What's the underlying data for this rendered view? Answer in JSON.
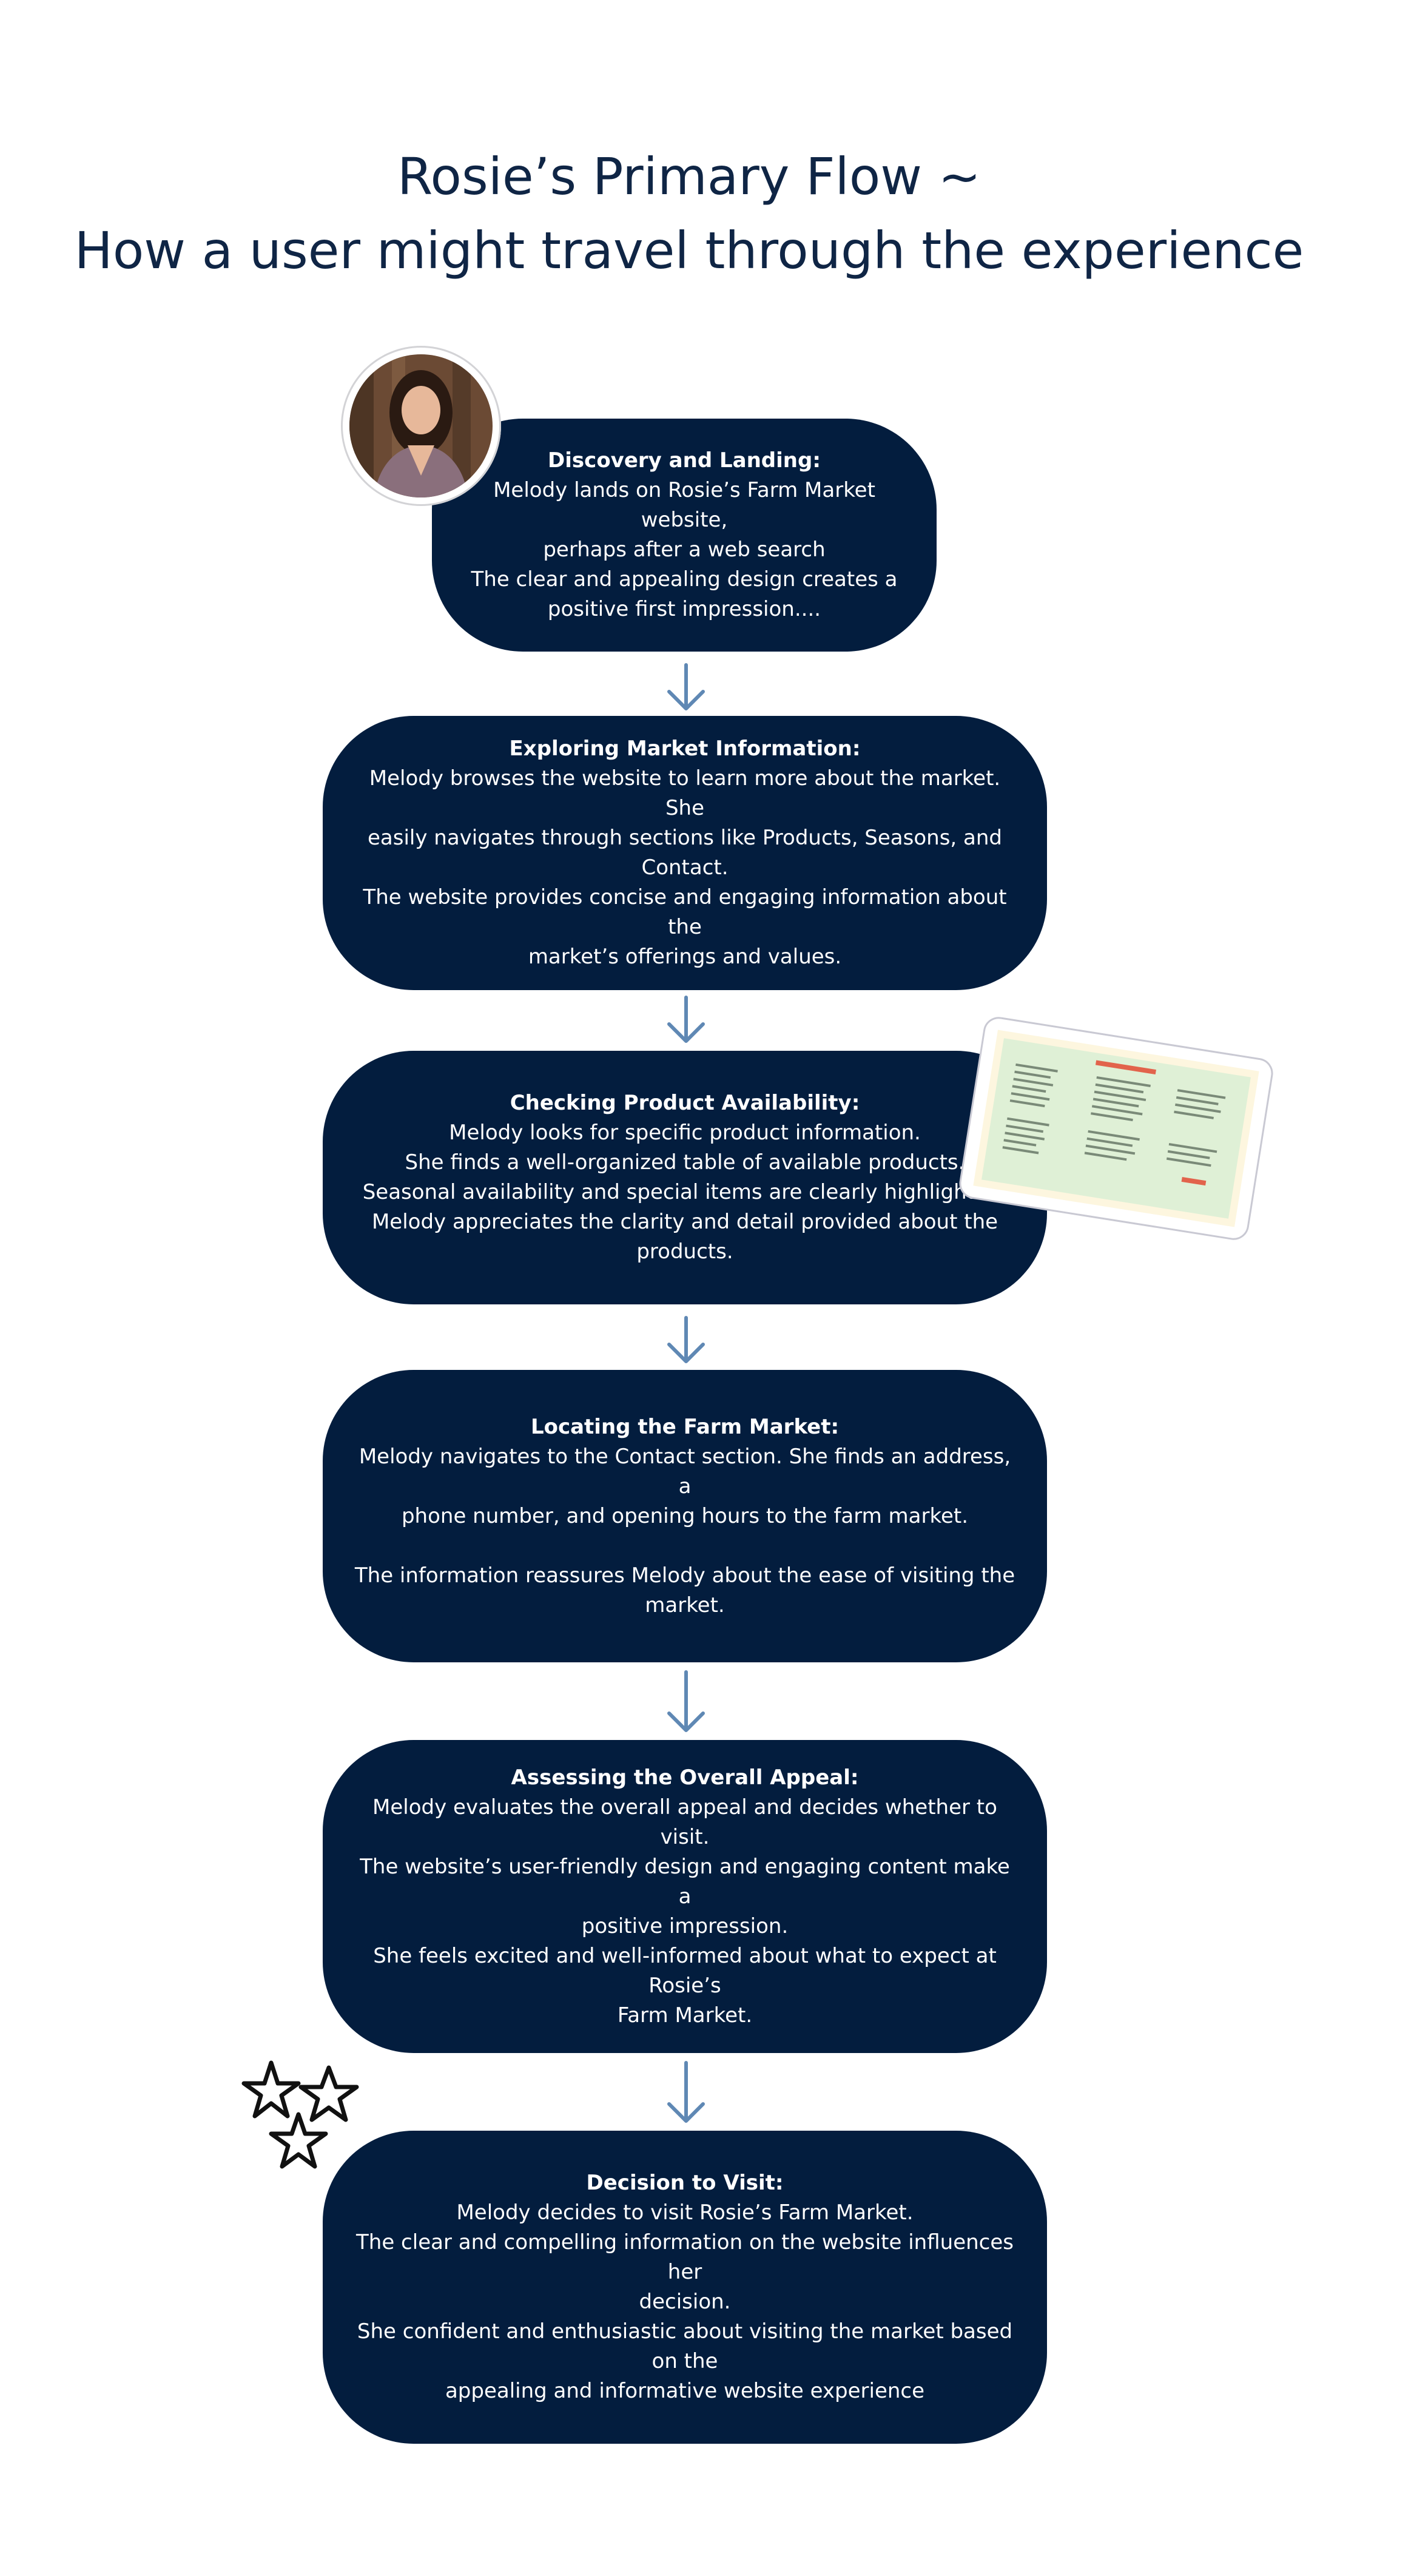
{
  "title": {
    "line1": "Rosie’s Primary Flow ~",
    "line2": "How a user might travel through the experience"
  },
  "colors": {
    "node_bg": "#031d3e",
    "title": "#0f2545",
    "arrow": "#5f88b4",
    "text_on_node": "#ffffff"
  },
  "steps": [
    {
      "heading": "Discovery and Landing:",
      "lines": [
        "Melody lands on Rosie’s Farm Market website,",
        "perhaps after a web search",
        "The clear and appealing design creates a",
        "positive first impression...."
      ]
    },
    {
      "heading": "Exploring Market Information:",
      "lines": [
        "Melody browses the website to learn more about the market. She",
        "easily navigates through sections like Products, Seasons, and Contact.",
        "The website provides concise and engaging information about the",
        "market’s offerings and values."
      ]
    },
    {
      "heading": "Checking Product Availability:",
      "lines": [
        "Melody looks for specific product information.",
        "She finds a well-organized table of available products.",
        "Seasonal availability and special items are clearly highlighted.",
        "Melody appreciates the clarity and detail provided about the products."
      ]
    },
    {
      "heading": "Locating the Farm Market:",
      "lines": [
        "Melody navigates to the Contact section. She finds an address, a",
        "phone number, and opening hours to the farm market.",
        "",
        "The information reassures Melody about the ease of visiting the",
        "market."
      ]
    },
    {
      "heading": "Assessing the Overall Appeal:",
      "lines": [
        "Melody evaluates the overall appeal and decides whether to visit.",
        "The website’s user-friendly design and engaging content make a",
        "positive impression.",
        "She feels excited and well-informed about what to expect at Rosie’s",
        "Farm Market."
      ]
    },
    {
      "heading": "Decision to Visit:",
      "lines": [
        "Melody decides to visit Rosie’s Farm Market.",
        "The clear and compelling information on the website influences her",
        "decision.",
        "She confident and enthusiastic about visiting the market based on the",
        "appealing and informative website experience"
      ]
    }
  ],
  "decorations": {
    "avatar": "user-persona-photo",
    "tablet": "product-table-preview",
    "stars": "hand-drawn-stars-icon"
  }
}
